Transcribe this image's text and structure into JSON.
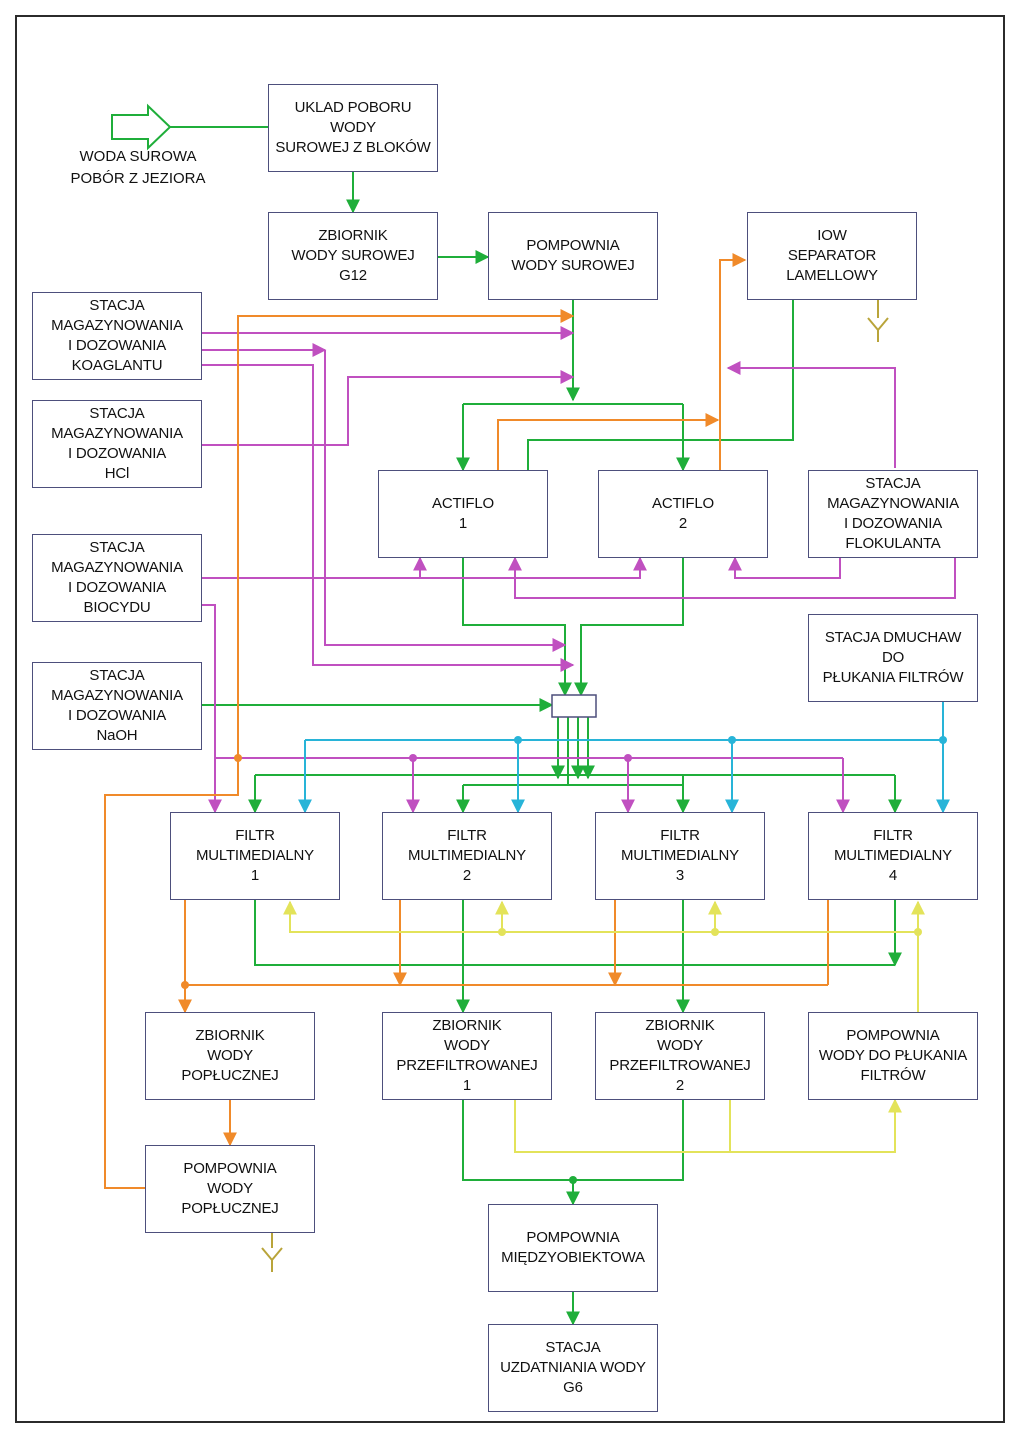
{
  "colors": {
    "green": "#1fae3a",
    "magenta": "#c050c0",
    "orange": "#f08a2a",
    "cyan": "#28b4d8",
    "yellow": "#eded70",
    "olive": "#b9a43a",
    "box_border": "#4d4f7c"
  },
  "source_label": "WODA SUROWA\nPOBÓR Z JEZIORA",
  "blocks": {
    "intake": "UKLAD POBORU\nWODY\nSUROWEJ Z BLOKÓW",
    "tank_g12": "ZBIORNIK\nWODY SUROWEJ\nG12",
    "raw_pump": "POMPOWNIA\nWODY SUROWEJ",
    "separator": "IOW\nSEPARATOR\nLAMELLOWY",
    "coag": "STACJA\nMAGAZYNOWANIA\nI DOZOWANIA\nKOAGLANTU",
    "hcl": "STACJA\nMAGAZYNOWANIA\nI DOZOWANIA\nHCl",
    "biocide": "STACJA\nMAGAZYNOWANIA\nI DOZOWANIA\nBIOCYDU",
    "naoh": "STACJA\nMAGAZYNOWANIA\nI DOZOWANIA\nNaOH",
    "actiflo1": "ACTIFLO\n1",
    "actiflo2": "ACTIFLO\n2",
    "floc": "STACJA\nMAGAZYNOWANIA\nI DOZOWANIA\nFLOKULANTA",
    "blower": "STACJA DMUCHAW\nDO\nPŁUKANIA FILTRÓW",
    "filter1": "FILTR\nMULTIMEDIALNY\n1",
    "filter2": "FILTR\nMULTIMEDIALNY\n2",
    "filter3": "FILTR\nMULTIMEDIALNY\n3",
    "filter4": "FILTR\nMULTIMEDIALNY\n4",
    "backwash_tank": "ZBIORNIK\nWODY\nPOPŁUCZNEJ",
    "filtered_tank1": "ZBIORNIK\nWODY\nPRZEFILTROWANEJ\n1",
    "filtered_tank2": "ZBIORNIK\nWODY\nPRZEFILTROWANEJ\n2",
    "wash_pump": "POMPOWNIA\nWODY DO PŁUKANIA\nFILTRÓW",
    "backwash_pump": "POMPOWNIA\nWODY\nPOPŁUCZNEJ",
    "interobject_pump": "POMPOWNIA\nMIĘDZYOBIEKTOWA",
    "g6": "STACJA\nUZDATNIANIA WODY\nG6"
  }
}
